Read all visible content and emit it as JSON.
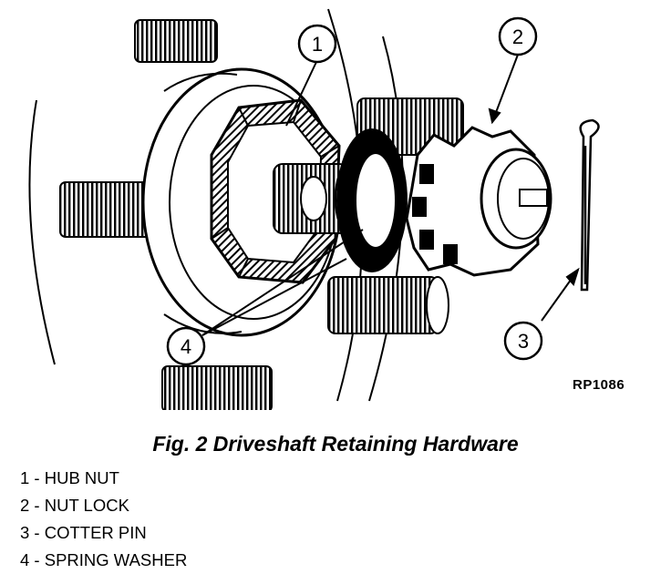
{
  "callouts": [
    {
      "number": "1"
    },
    {
      "number": "2"
    },
    {
      "number": "3"
    },
    {
      "number": "4"
    }
  ],
  "reference_code": "RP1086",
  "caption": "Fig. 2 Driveshaft Retaining Hardware",
  "legend": [
    {
      "text": "1 - HUB NUT"
    },
    {
      "text": "2 - NUT LOCK"
    },
    {
      "text": "3 - COTTER PIN"
    },
    {
      "text": "4 - SPRING WASHER"
    }
  ],
  "colors": {
    "ink": "#000000",
    "background": "#ffffff"
  }
}
